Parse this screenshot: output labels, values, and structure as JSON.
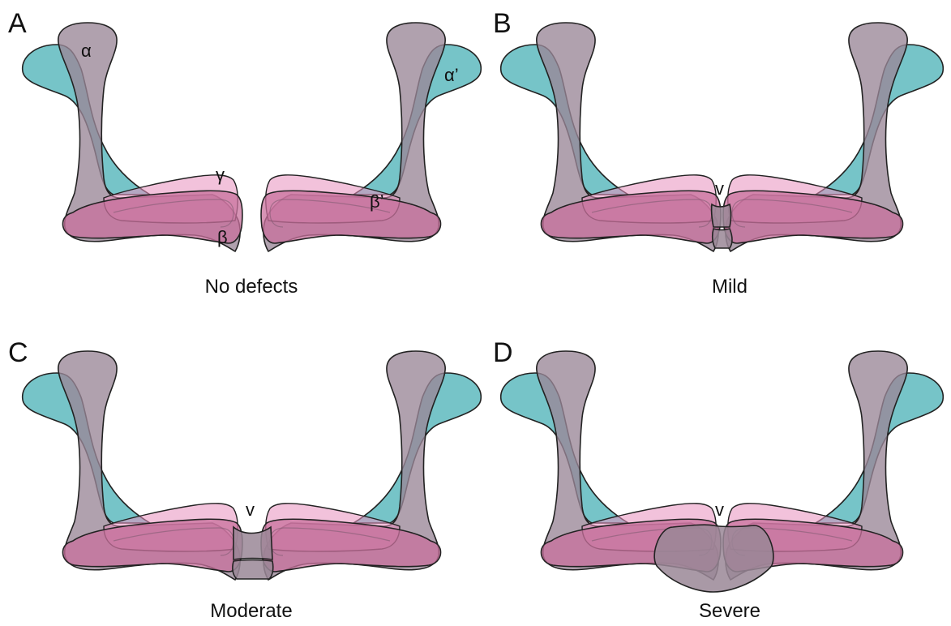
{
  "panels": [
    {
      "letter": "A",
      "caption": "No defects"
    },
    {
      "letter": "B",
      "caption": "Mild"
    },
    {
      "letter": "C",
      "caption": "Moderate"
    },
    {
      "letter": "D",
      "caption": "Severe"
    }
  ],
  "labels": {
    "alpha": "α",
    "alpha_prime": "α’",
    "gamma": "γ",
    "beta": "β",
    "beta_prime": "β’",
    "gap_marker": "v"
  }
}
